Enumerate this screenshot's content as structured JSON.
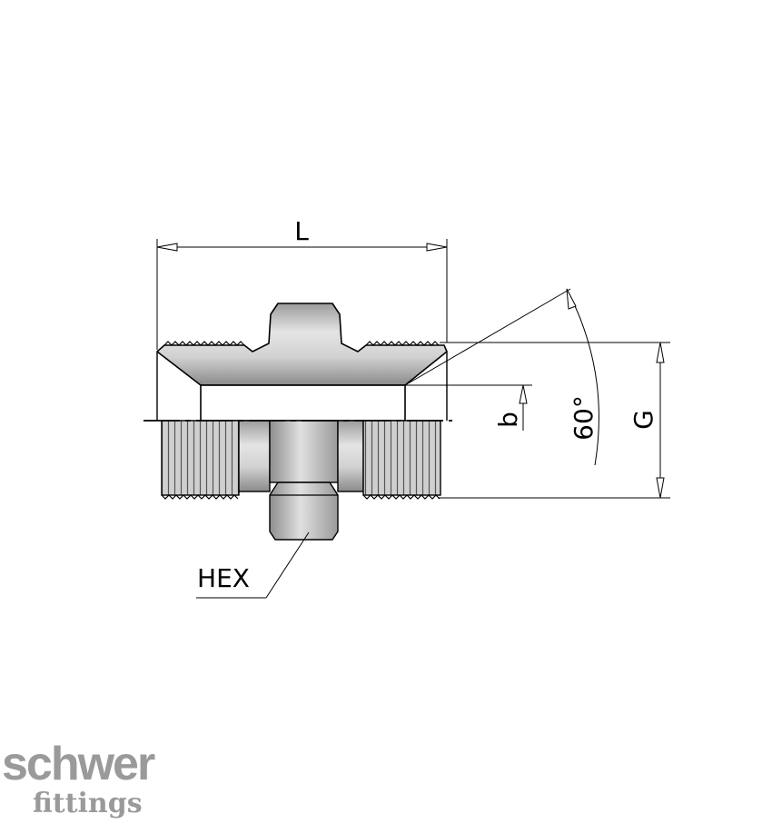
{
  "labels": {
    "length": "L",
    "chamfer": "b",
    "angle": "60°",
    "thread": "G",
    "hex": "HEX"
  },
  "brand": {
    "name": "schwer",
    "sub": "fittings",
    "color": "#9a9a9a"
  },
  "colors": {
    "body_fill": "#c8c8c8",
    "line": "#000000"
  }
}
